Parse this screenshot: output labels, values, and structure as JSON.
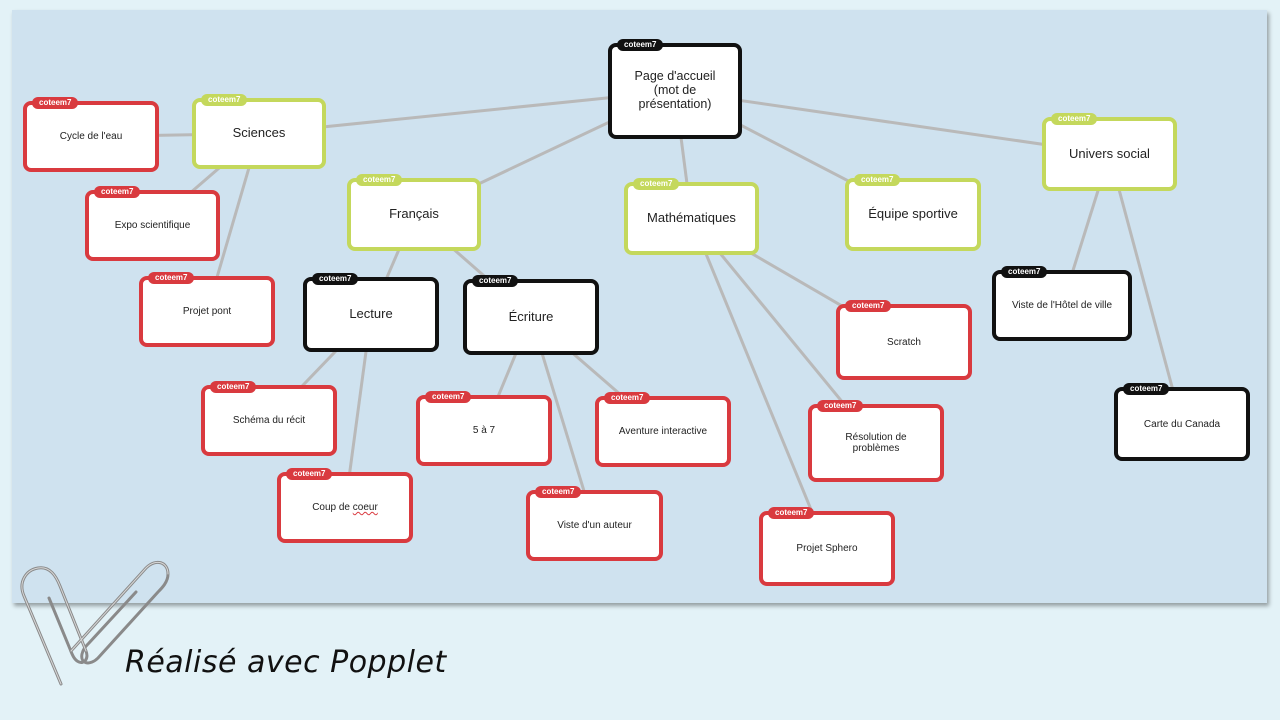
{
  "diagram": {
    "tag_label": "coteem7",
    "nodes": [
      {
        "id": "accueil",
        "label": "Page d'accueil\n(mot de\nprésentation)",
        "style": "black"
      },
      {
        "id": "sciences",
        "label": "Sciences",
        "style": "green"
      },
      {
        "id": "francais",
        "label": "Français",
        "style": "green"
      },
      {
        "id": "maths",
        "label": "Mathématiques",
        "style": "green"
      },
      {
        "id": "equipe",
        "label": "Équipe sportive",
        "style": "green"
      },
      {
        "id": "univers",
        "label": "Univers social",
        "style": "green"
      },
      {
        "id": "cycle",
        "label": "Cycle de l'eau",
        "style": "red"
      },
      {
        "id": "expo",
        "label": "Expo scientifique",
        "style": "red"
      },
      {
        "id": "pont",
        "label": "Projet pont",
        "style": "red"
      },
      {
        "id": "lecture",
        "label": "Lecture",
        "style": "black"
      },
      {
        "id": "ecriture",
        "label": "Écriture",
        "style": "black"
      },
      {
        "id": "schema",
        "label": "Schéma du récit",
        "style": "red"
      },
      {
        "id": "coeur",
        "label": "Coup de coeur",
        "style": "red"
      },
      {
        "id": "cinq",
        "label": "5 à 7",
        "style": "red"
      },
      {
        "id": "auteur",
        "label": "Viste d'un auteur",
        "style": "red"
      },
      {
        "id": "aventure",
        "label": "Aventure interactive",
        "style": "red"
      },
      {
        "id": "scratch",
        "label": "Scratch",
        "style": "red"
      },
      {
        "id": "resolution",
        "label": "Résolution de\nproblèmes",
        "style": "red"
      },
      {
        "id": "sphero",
        "label": "Projet Sphero",
        "style": "red"
      },
      {
        "id": "hotel",
        "label": "Viste de l'Hôtel de ville",
        "style": "black"
      },
      {
        "id": "canada",
        "label": "Carte du Canada",
        "style": "black"
      }
    ],
    "edges": [
      [
        "accueil",
        "sciences"
      ],
      [
        "accueil",
        "francais"
      ],
      [
        "accueil",
        "maths"
      ],
      [
        "accueil",
        "equipe"
      ],
      [
        "accueil",
        "univers"
      ],
      [
        "sciences",
        "cycle"
      ],
      [
        "sciences",
        "expo"
      ],
      [
        "sciences",
        "pont"
      ],
      [
        "francais",
        "lecture"
      ],
      [
        "francais",
        "ecriture"
      ],
      [
        "lecture",
        "schema"
      ],
      [
        "lecture",
        "coeur"
      ],
      [
        "ecriture",
        "cinq"
      ],
      [
        "ecriture",
        "auteur"
      ],
      [
        "ecriture",
        "aventure"
      ],
      [
        "maths",
        "scratch"
      ],
      [
        "maths",
        "resolution"
      ],
      [
        "maths",
        "sphero"
      ],
      [
        "univers",
        "hotel"
      ],
      [
        "univers",
        "canada"
      ]
    ],
    "colors": {
      "red": "#d93a3f",
      "black": "#111111",
      "green": "#c4d85c",
      "line": "#b9b9b9",
      "board": "#cfe2ef"
    }
  },
  "footer": {
    "credit": "Réalisé avec Popplet"
  }
}
